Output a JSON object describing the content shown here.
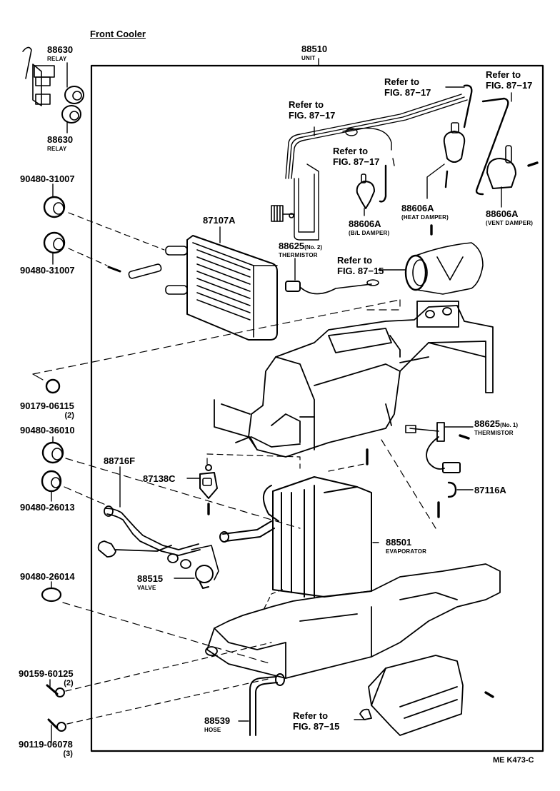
{
  "diagram": {
    "title": "Front Cooler",
    "figure_code": "ME K473-C",
    "colors": {
      "ink": "#000000",
      "paper": "#ffffff"
    }
  },
  "parts": {
    "unit": {
      "number": "88510",
      "name": "UNIT"
    },
    "relay_top": {
      "number": "88630",
      "name": "RELAY"
    },
    "relay_bottom": {
      "number": "88630",
      "name": "RELAY"
    },
    "grommet_1": {
      "number": "90480-31007"
    },
    "grommet_2": {
      "number": "90480-31007"
    },
    "heater_core": {
      "number": "87107A"
    },
    "thermistor_no2": {
      "number": "88625",
      "variant": "(No. 2)",
      "name": "THERMISTOR"
    },
    "damper_bl": {
      "number": "88606A",
      "name": "(B/L DAMPER)"
    },
    "damper_heat": {
      "number": "88606A",
      "name": "(HEAT DAMPER)"
    },
    "damper_vent": {
      "number": "88606A",
      "name": "(VENT DAMPER)"
    },
    "nut": {
      "number": "90179-06115",
      "qty": "(2)"
    },
    "grommet_3": {
      "number": "90480-36010"
    },
    "grommet_4": {
      "number": "90480-26013"
    },
    "grommet_5": {
      "number": "90480-26014"
    },
    "tube": {
      "number": "88716F"
    },
    "bracket": {
      "number": "87138C"
    },
    "thermistor_no1": {
      "number": "88625",
      "variant": "(No. 1)",
      "name": "THERMISTOR"
    },
    "clamp": {
      "number": "87116A"
    },
    "evaporator": {
      "number": "88501",
      "name": "EVAPORATOR"
    },
    "valve": {
      "number": "88515",
      "name": "VALVE"
    },
    "screw_1": {
      "number": "90159-60125",
      "qty": "(2)"
    },
    "screw_2": {
      "number": "90119-06078",
      "qty": "(3)"
    },
    "hose": {
      "number": "88539",
      "name": "HOSE"
    }
  },
  "references": {
    "ref_1": {
      "line1": "Refer to",
      "line2": "FIG. 87−17"
    },
    "ref_2": {
      "line1": "Refer to",
      "line2": "FIG. 87−17"
    },
    "ref_3": {
      "line1": "Refer to",
      "line2": "FIG. 87−17"
    },
    "ref_4": {
      "line1": "Refer to",
      "line2": "FIG. 87−17"
    },
    "ref_5": {
      "line1": "Refer to",
      "line2": "FIG. 87−15"
    },
    "ref_6": {
      "line1": "Refer to",
      "line2": "FIG. 87−15"
    }
  }
}
